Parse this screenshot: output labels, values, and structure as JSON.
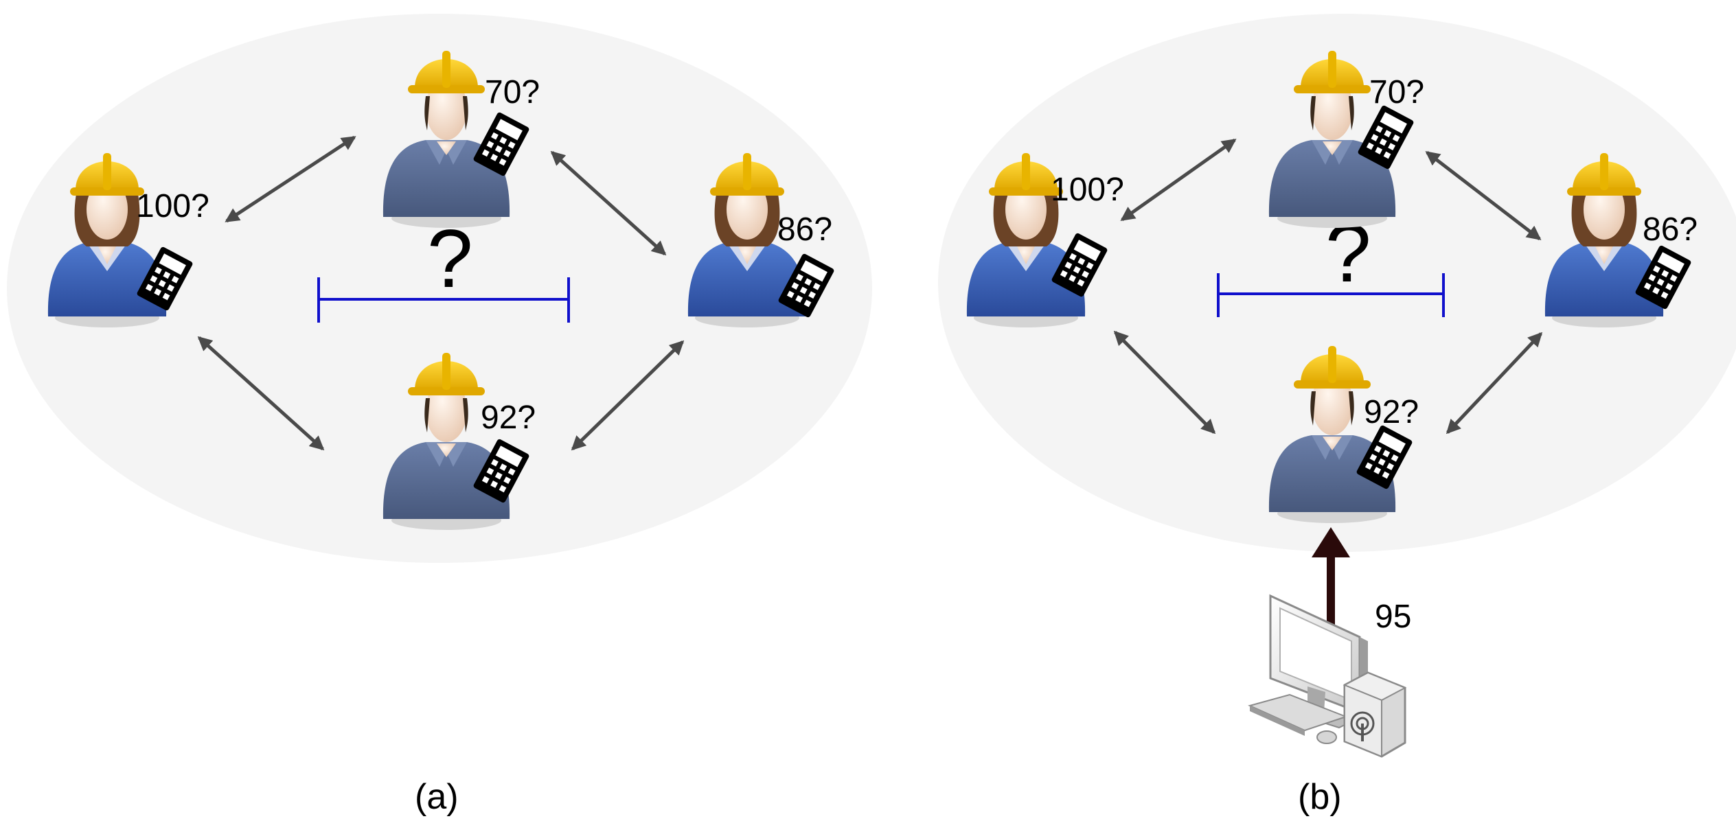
{
  "panels": [
    {
      "label": "(a)",
      "workers": [
        {
          "role": "female",
          "value": "100?"
        },
        {
          "role": "male",
          "value": "70?"
        },
        {
          "role": "female",
          "value": "86?"
        },
        {
          "role": "male",
          "value": "92?"
        }
      ],
      "center_mark": "?",
      "has_computer": false
    },
    {
      "label": "(b)",
      "workers": [
        {
          "role": "female",
          "value": "100?"
        },
        {
          "role": "male",
          "value": "70?"
        },
        {
          "role": "female",
          "value": "86?"
        },
        {
          "role": "male",
          "value": "92?"
        }
      ],
      "center_mark": "?",
      "has_computer": true,
      "feed_value": "95"
    }
  ],
  "colors": {
    "ellipse": "#f4f4f4",
    "arrow": "#4a4a4a",
    "range_bar": "#1010cc",
    "feed_arrow": "#2a0a0a",
    "hard_hat": "#f2c100",
    "shirt_female": "#3d63b8",
    "shirt_male": "#5b6e96",
    "calculator": "#000000"
  },
  "icons": [
    "worker-female-icon",
    "worker-male-icon",
    "calculator-icon",
    "computer-icon"
  ]
}
